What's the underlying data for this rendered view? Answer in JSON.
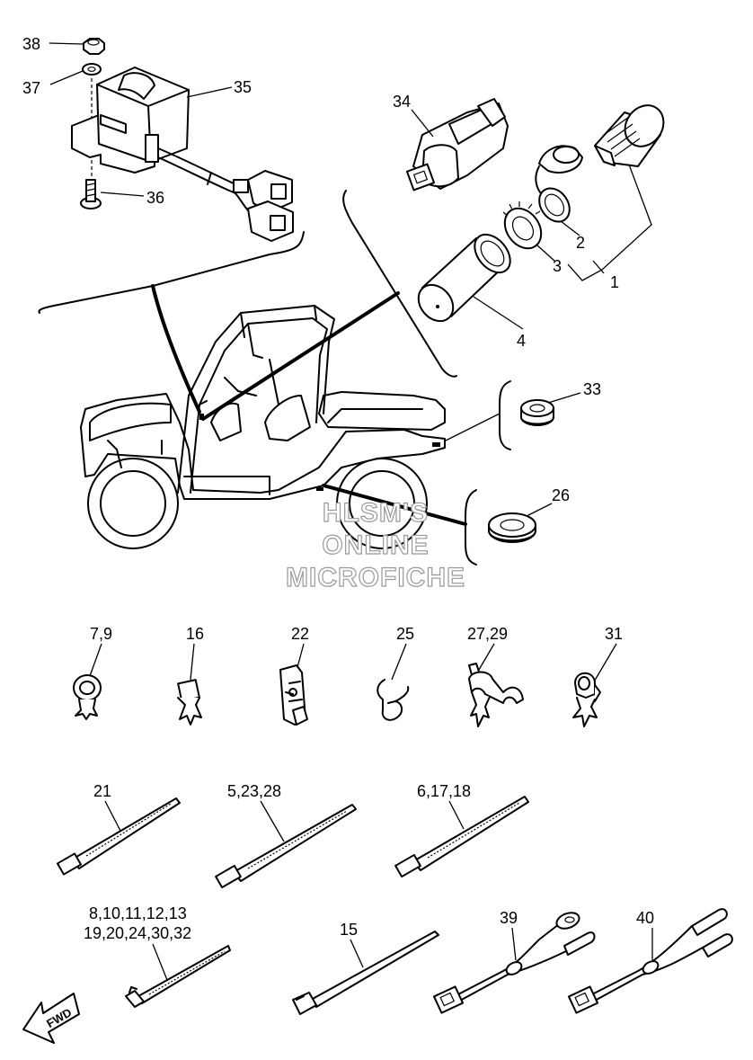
{
  "callouts": {
    "c38": "38",
    "c37": "37",
    "c35": "35",
    "c36": "36",
    "c34": "34",
    "c2": "2",
    "c3": "3",
    "c1": "1",
    "c4": "4",
    "c33": "33",
    "c26": "26",
    "c7_9": "7,9",
    "c16": "16",
    "c22": "22",
    "c25": "25",
    "c27_29": "27,29",
    "c31": "31",
    "c21": "21",
    "c5_23_28": "5,23,28",
    "c6_17_18": "6,17,18",
    "c8_line1": "8,10,11,12,13",
    "c8_line2": "19,20,24,30,32",
    "c15": "15",
    "c39": "39",
    "c40": "40"
  },
  "watermark": {
    "line1": "HLSM'S",
    "line2": "ONLINE",
    "line3": "MICROFICHE"
  },
  "direction_arrow": {
    "label": "FWD"
  }
}
